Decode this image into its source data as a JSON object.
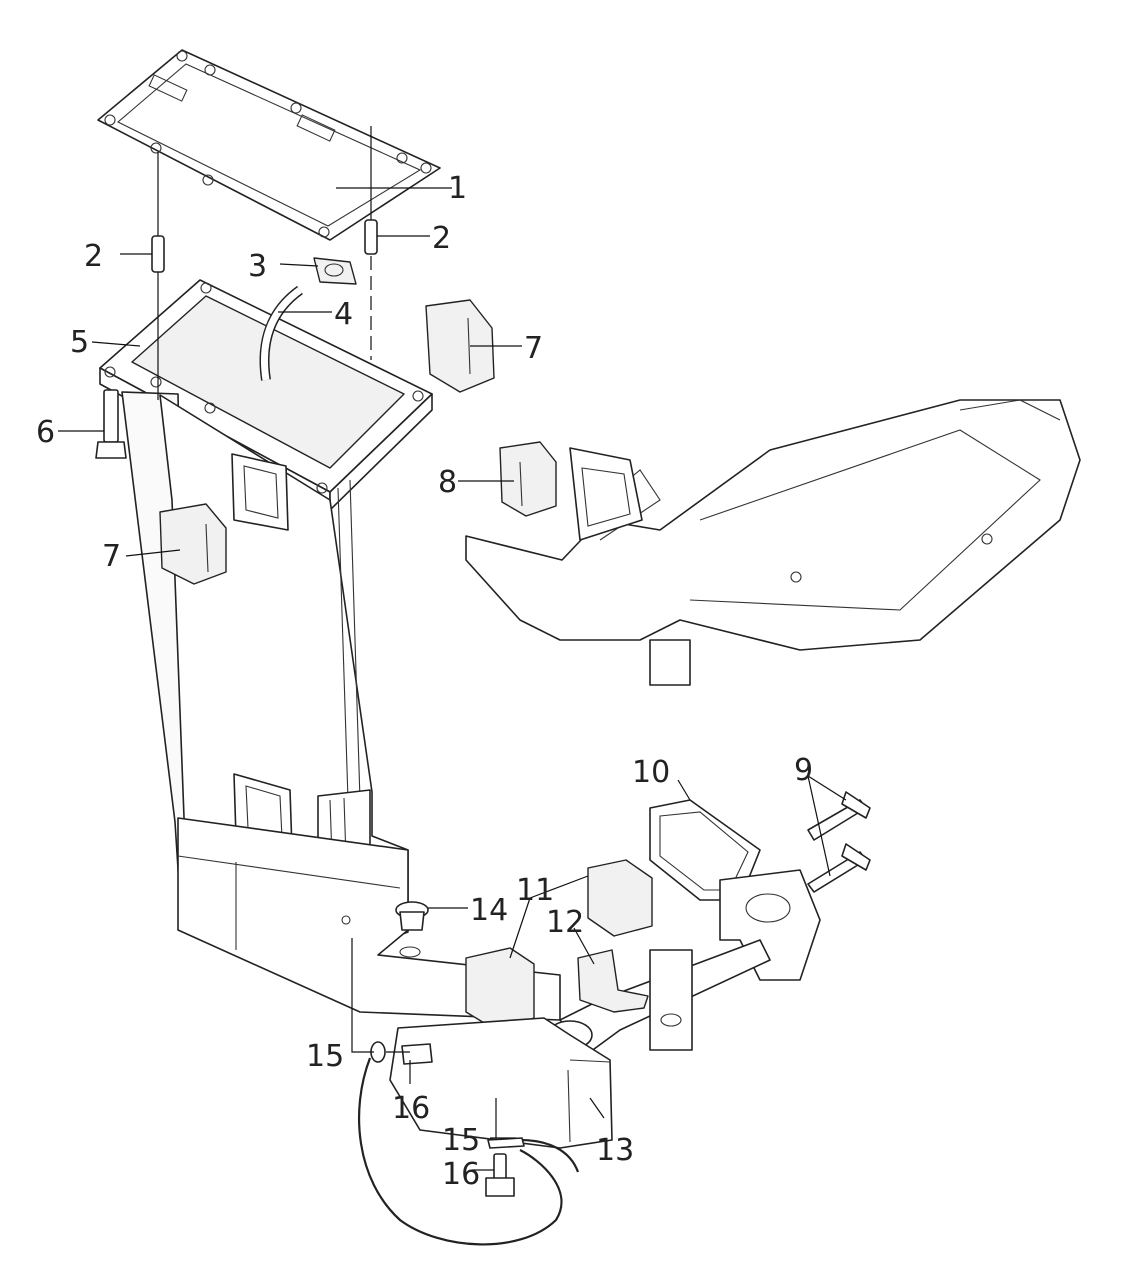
{
  "diagram": {
    "callouts": [
      {
        "id": "c1",
        "text": "1"
      },
      {
        "id": "c2a",
        "text": "2"
      },
      {
        "id": "c2b",
        "text": "2"
      },
      {
        "id": "c3",
        "text": "3"
      },
      {
        "id": "c4",
        "text": "4"
      },
      {
        "id": "c5",
        "text": "5"
      },
      {
        "id": "c6",
        "text": "6"
      },
      {
        "id": "c7a",
        "text": "7"
      },
      {
        "id": "c7b",
        "text": "7"
      },
      {
        "id": "c8",
        "text": "8"
      },
      {
        "id": "c9",
        "text": "9"
      },
      {
        "id": "c10",
        "text": "10"
      },
      {
        "id": "c11",
        "text": "11"
      },
      {
        "id": "c12",
        "text": "12"
      },
      {
        "id": "c13",
        "text": "13"
      },
      {
        "id": "c14",
        "text": "14"
      },
      {
        "id": "c15a",
        "text": "15"
      },
      {
        "id": "c15b",
        "text": "15"
      },
      {
        "id": "c16a",
        "text": "16"
      },
      {
        "id": "c16b",
        "text": "16"
      }
    ]
  }
}
